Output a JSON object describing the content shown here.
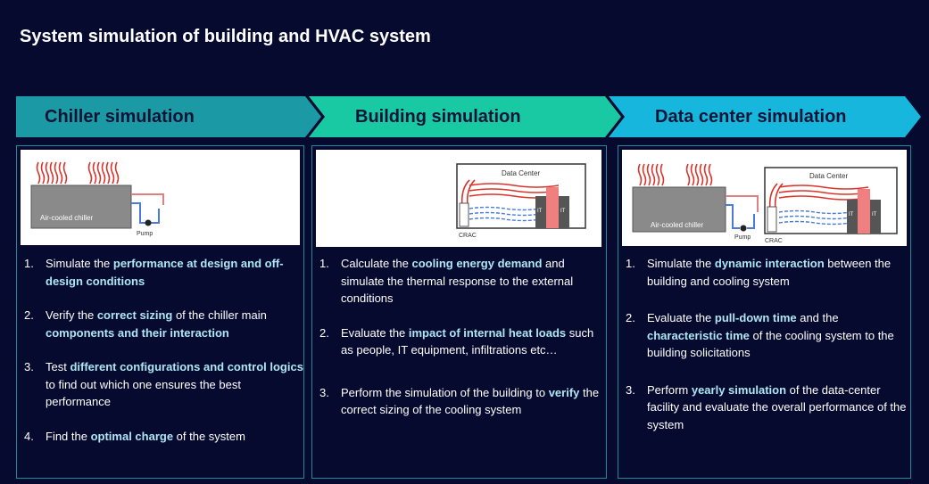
{
  "title": "System simulation of building and HVAC system",
  "colors": {
    "background": "#050a2e",
    "chevron_1": "#1b9aa6",
    "chevron_2": "#18c9a4",
    "chevron_3": "#17b7dd",
    "highlight": "#aee6f5",
    "chiller_box": "#808080",
    "it_rack": "#f08080"
  },
  "columns": [
    {
      "header": "Chiller simulation",
      "diagram": {
        "chiller_label": "Air-cooled chiller",
        "pump_label": "Pump"
      },
      "items": [
        {
          "num": "1.",
          "parts": [
            "Simulate the ",
            "performance at design and off-design conditions",
            ""
          ]
        },
        {
          "num": "2.",
          "parts": [
            "Verify the ",
            "correct sizing",
            " of the chiller main ",
            "components and their interaction",
            ""
          ]
        },
        {
          "num": "3.",
          "parts": [
            "Test ",
            "different configurations and control logics",
            " to find out which one ensures the best performance"
          ]
        },
        {
          "num": "4.",
          "parts": [
            "Find the ",
            "optimal charge",
            " of the system"
          ]
        }
      ]
    },
    {
      "header": "Building simulation",
      "diagram": {
        "room_label": "Data Center",
        "crac_label": "CRAC",
        "it_label": "IT"
      },
      "items": [
        {
          "num": "1.",
          "parts": [
            "Calculate the ",
            "cooling energy demand",
            " and simulate the thermal response to the external conditions"
          ]
        },
        {
          "num": "2.",
          "parts": [
            "Evaluate the ",
            "impact of internal heat loads",
            " such as people, IT equipment, infiltrations etc…"
          ]
        },
        {
          "num": "3.",
          "parts": [
            "Perform the simulation of the building to ",
            "verify",
            " the correct sizing of the cooling system"
          ]
        }
      ]
    },
    {
      "header": "Data center simulation",
      "diagram": {
        "chiller_label": "Air-cooled chiller",
        "pump_label": "Pump",
        "room_label": "Data Center",
        "crac_label": "CRAC",
        "it_label": "IT"
      },
      "items": [
        {
          "num": "1.",
          "parts": [
            "Simulate the ",
            "dynamic interaction",
            " between the building and cooling system"
          ]
        },
        {
          "num": "2.",
          "parts": [
            "Evaluate the ",
            "pull-down time",
            " and the ",
            "characteristic time",
            " of the cooling system to the building solicitations"
          ]
        },
        {
          "num": "3.",
          "parts": [
            "Perform ",
            "yearly simulation",
            " of the data-center facility and evaluate the overall performance of the system"
          ]
        }
      ]
    }
  ]
}
